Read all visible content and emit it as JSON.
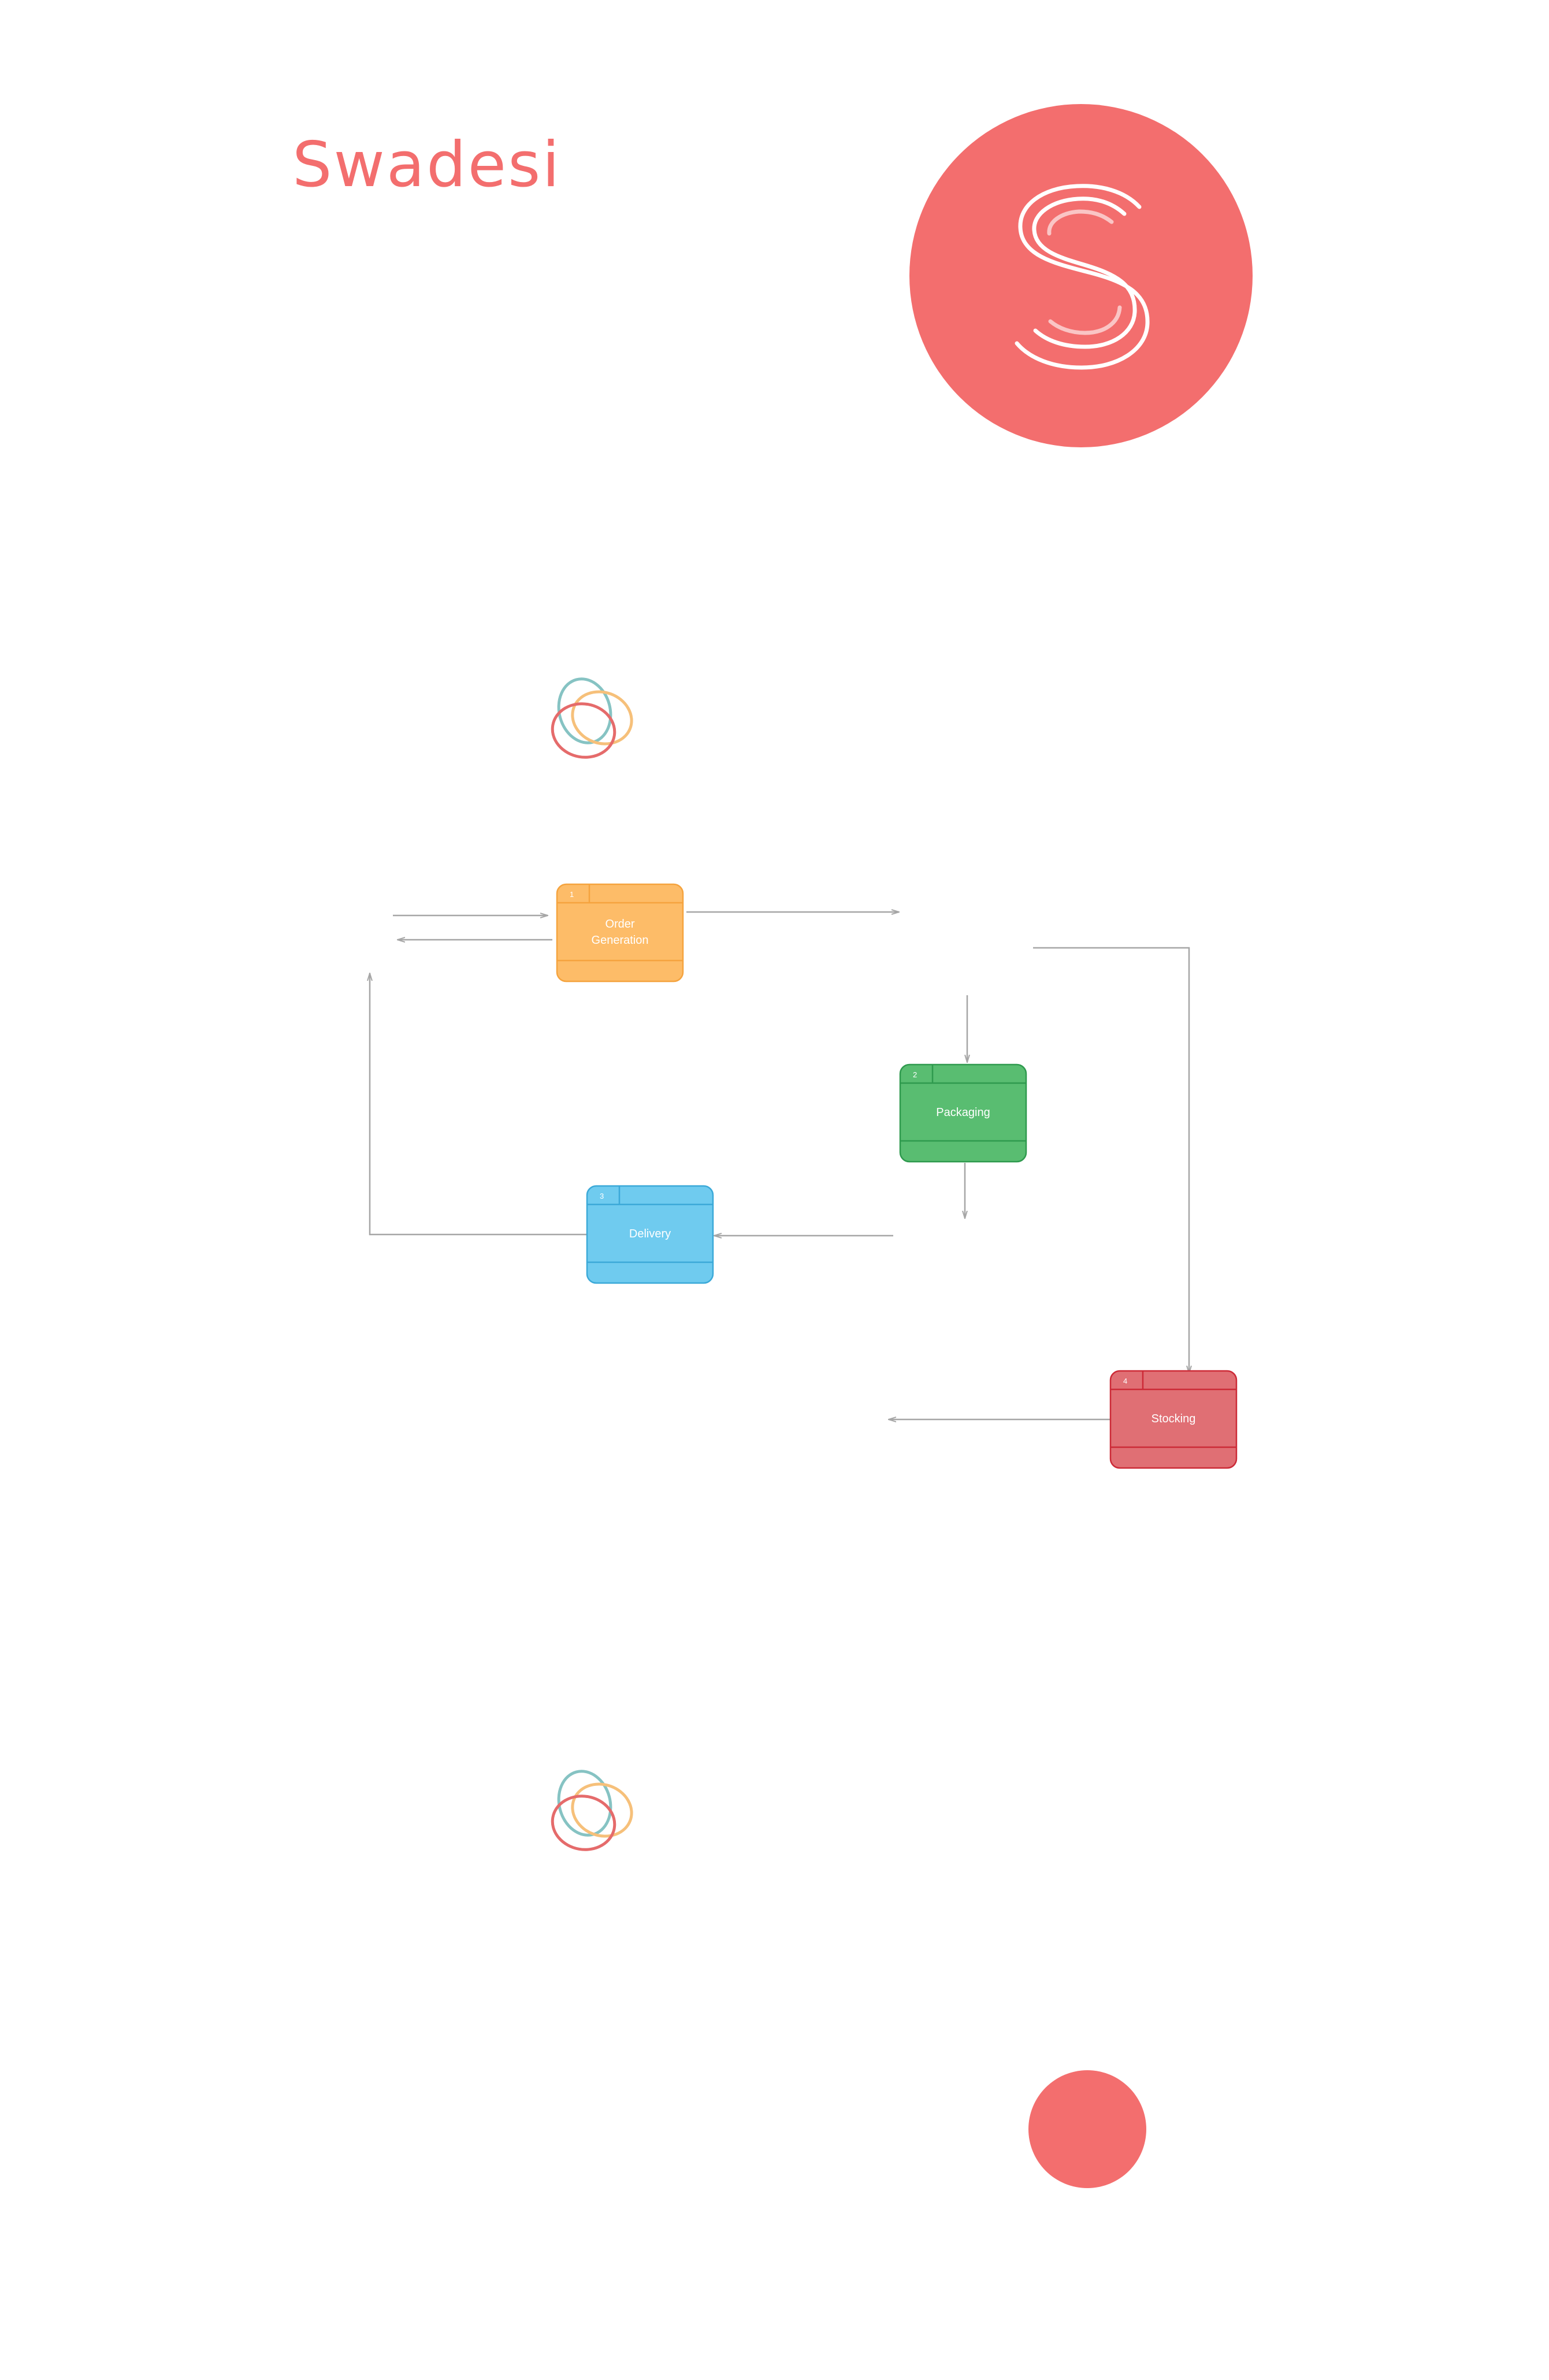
{
  "header": {
    "title": "Swadesi",
    "logo_letter": "S"
  },
  "colors": {
    "brand": "#f36e6e",
    "arrow": "#a6a6a6",
    "knot_teal": "#86c3c3",
    "knot_orange": "#f6c07a",
    "knot_red": "#e56b6b"
  },
  "icons": {
    "logo": "s-monogram-icon",
    "knot": "interlocking-rings-icon"
  },
  "diagram": {
    "processes": [
      {
        "key": "order",
        "id": "1",
        "label_lines": [
          "Order",
          "Generation"
        ],
        "fill": "#fdbc68",
        "border": "#f5a33e"
      },
      {
        "key": "packaging",
        "id": "2",
        "label_lines": [
          "Packaging"
        ],
        "fill": "#59bd71",
        "border": "#2f9a4e"
      },
      {
        "key": "delivery",
        "id": "3",
        "label_lines": [
          "Delivery"
        ],
        "fill": "#6fcbef",
        "border": "#3ba9d8"
      },
      {
        "key": "stocking",
        "id": "4",
        "label_lines": [
          "Stocking"
        ],
        "fill": "#e06f74",
        "border": "#cc2a37"
      }
    ]
  }
}
